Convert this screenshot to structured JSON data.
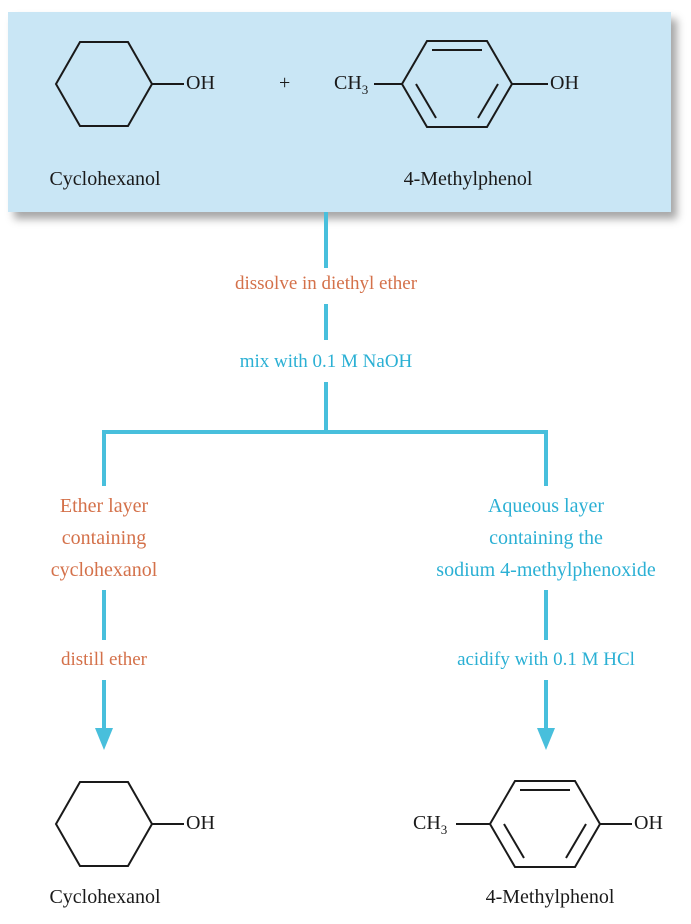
{
  "colors": {
    "box_fill": "#c9e6f5",
    "line": "#48bfdc",
    "orange_text": "#d4714a",
    "cyan_text": "#2bb0d4"
  },
  "top_box": {
    "oh_left": "OH",
    "plus": "+",
    "ch3_label": "CH",
    "ch3_sub": "3",
    "oh_right": "OH",
    "left_name": "Cyclohexanol",
    "right_name": "4-Methylphenol"
  },
  "steps": {
    "dissolve": "dissolve in diethyl ether",
    "mix": "mix with 0.1 M NaOH"
  },
  "left_branch": {
    "layer_lines": [
      "Ether layer",
      "containing",
      "cyclohexanol"
    ],
    "step": "distill ether",
    "oh": "OH",
    "name": "Cyclohexanol"
  },
  "right_branch": {
    "layer_lines": [
      "Aqueous layer",
      "containing the",
      "sodium 4-methylphenoxide"
    ],
    "step": "acidify with 0.1 M HCl",
    "ch3_label": "CH",
    "ch3_sub": "3",
    "oh": "OH",
    "name": "4-Methylphenol"
  }
}
